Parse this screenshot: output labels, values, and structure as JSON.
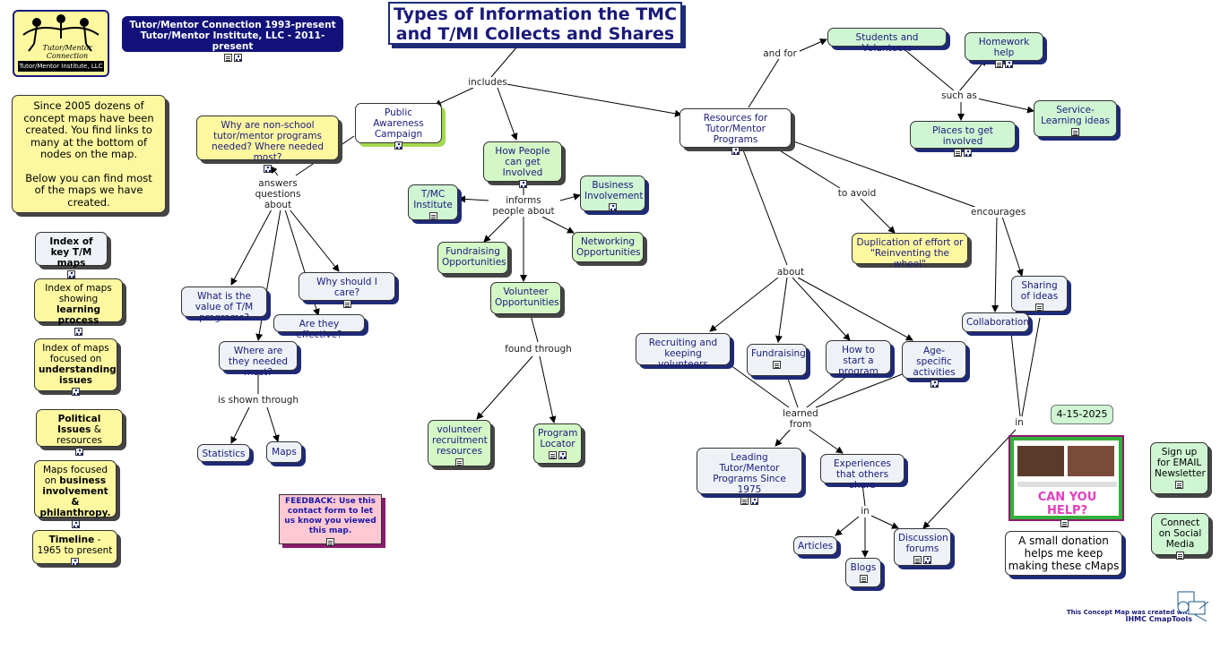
{
  "title": "Types of Information the TMC and T/MI Collects and Shares",
  "header_box": {
    "line1": "Tutor/Mentor Connection 1993-present",
    "line2": "Tutor/Mentor Institute, LLC - 2011-present"
  },
  "logo": {
    "name_line1": "Tutor/Mentor",
    "name_line2": "Connection",
    "org": "Tutor/Mentor Institute, LLC"
  },
  "intro": {
    "para1": "Since 2005 dozens of concept maps have been created. You find links to many at the bottom of nodes on the map.",
    "para2": "Below you can find most of the maps we have created."
  },
  "index_links": [
    {
      "pre": "",
      "bold": "Index of key T/M maps",
      "post": ""
    },
    {
      "pre": "Index of maps showing ",
      "bold": "learning process",
      "post": ""
    },
    {
      "pre": "Index of maps focused on ",
      "bold": "understanding issues",
      "post": ""
    },
    {
      "pre": "",
      "bold": "Political Issues",
      "post": " & resources"
    },
    {
      "pre": "Maps focused on ",
      "bold": "business involvement & philanthropy.",
      "post": ""
    },
    {
      "pre": "",
      "bold": "Timeline",
      "post": " - 1965 to present"
    }
  ],
  "feedback": "FEEDBACK: Use this contact form to let us know you viewed this map.",
  "nodes": {
    "public_awareness": "Public Awareness Campaign",
    "why_needed": "Why are non-school tutor/mentor programs needed? Where needed most?",
    "what_value": "What is the value of T/M programs?",
    "why_care": "Why should I care?",
    "effective": "Are they effective?",
    "where_needed": "Where are they needed most?",
    "statistics": "Statistics",
    "maps": "Maps",
    "how_people": "How People can get Involved",
    "tmc_institute": "T/MC Institute",
    "business": "Business Involvement",
    "fundraising_opp": "Fundraising Opportunities",
    "networking": "Networking Opportunities",
    "volunteer_opp": "Volunteer Opportunities",
    "vol_recruit": "volunteer recruitment resources",
    "program_locator": "Program Locator",
    "resources": "Resources for Tutor/Mentor Programs",
    "students": "Students and Volunteers",
    "homework": "Homework help",
    "service_learning": "Service-Learning ideas",
    "places": "Places to get involved",
    "duplication": "Duplication of effort or \"Reinventing the wheel\"",
    "sharing": "Sharing of ideas",
    "collaboration": "Collaboration",
    "recruiting": "Recruiting and keeping volunteers",
    "fundraising": "Fundraising",
    "how_start": "How to start a program",
    "age_specific": "Age-specific activities",
    "leading": "Leading Tutor/Mentor Programs Since 1975",
    "experiences": "Experiences that others share",
    "articles": "Articles",
    "blogs": "Blogs",
    "discussion": "Discussion forums",
    "signup": "Sign up for EMAIL Newsletter",
    "social": "Connect on Social Media"
  },
  "links": {
    "includes": "includes",
    "and_for": "and for",
    "such_as": "such as",
    "answers": "answers questions about",
    "informs": "informs people about",
    "found_through": "found through",
    "shown_through": "is shown through",
    "to_avoid": "to avoid",
    "encourages": "encourages",
    "about": "about",
    "learned_from": "learned from",
    "in1": "in",
    "in2": "in"
  },
  "date": "4-15-2025",
  "donate": "A small donation helps me keep making these cMaps",
  "donate_image_text": "CAN YOU HELP?",
  "credit_line1": "This Concept Map was created with",
  "credit_line2": "IHMC CmapTools"
}
